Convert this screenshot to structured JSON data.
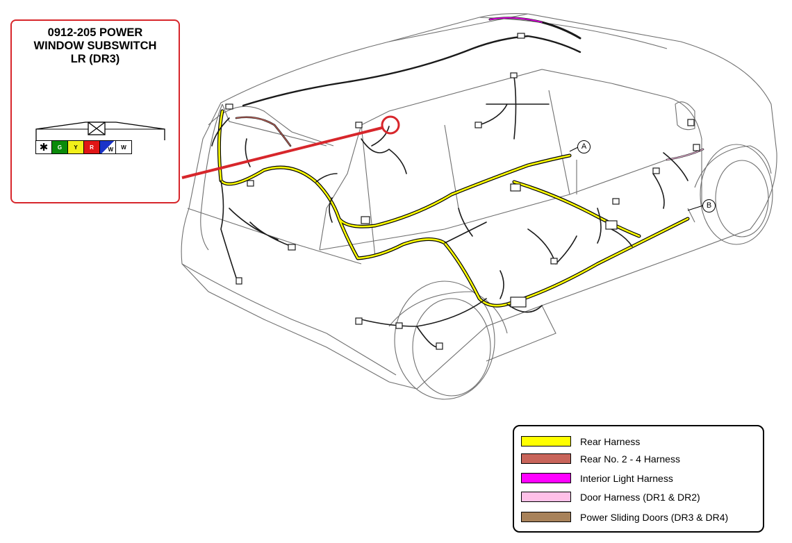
{
  "callout": {
    "title_lines": [
      "0912-205 POWER",
      "WINDOW SUBSWITCH",
      "LR (DR3)"
    ],
    "pins": [
      {
        "label": "✱",
        "color": "#ffffff"
      },
      {
        "label": "G",
        "color": "#0a8a0a"
      },
      {
        "label": "Y",
        "color": "#f2ef1a"
      },
      {
        "label": "R",
        "color": "#e01616"
      },
      {
        "label": "W",
        "color": "#1a33c8"
      },
      {
        "label": "W",
        "color": "#ffffff"
      }
    ]
  },
  "markers": {
    "a": "A",
    "b": "B"
  },
  "legend": [
    {
      "label": "Rear Harness",
      "color": "#ffff00"
    },
    {
      "label": "Rear No. 2 - 4 Harness",
      "color": "#c8645a"
    },
    {
      "label": "Interior Light Harness",
      "color": "#ff00ff"
    },
    {
      "label": "Door Harness (DR1 & DR2)",
      "color": "#ffc0e8"
    },
    {
      "label": "Power Sliding Doors (DR3 & DR4)",
      "color": "#a8825a"
    }
  ],
  "colors": {
    "highlight": "#d7262b",
    "rear_harness": "#ffff00",
    "outline": "#000000"
  }
}
